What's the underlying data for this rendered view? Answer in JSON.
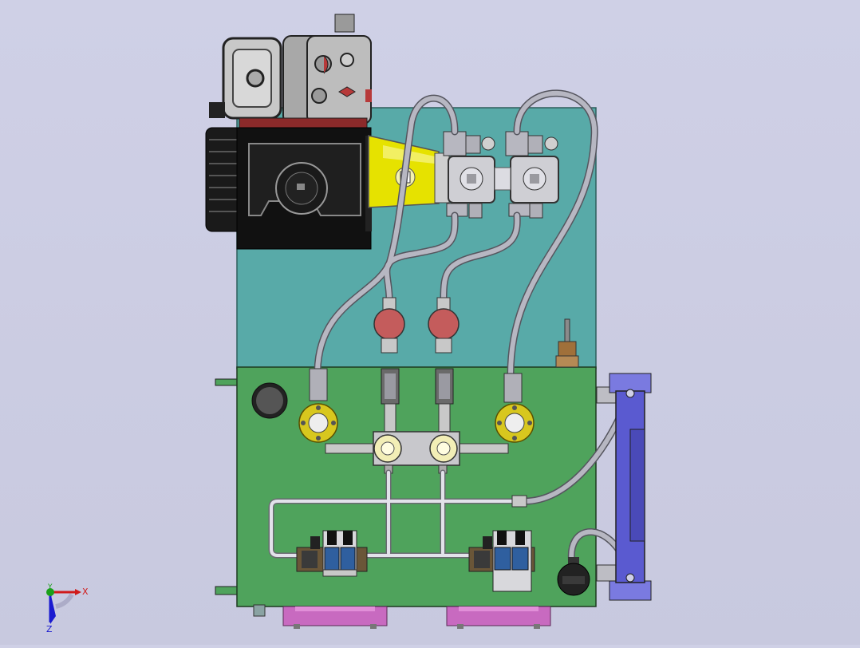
{
  "triad": {
    "x_label": "X",
    "y_label": "Y",
    "z_label": "Z"
  },
  "colors": {
    "background": "#cdcee4",
    "upper_panel": "#58aaa8",
    "tank": "#4fa35c",
    "motor": "#111111",
    "coupling": "#e6e200",
    "gauge_valve": "#c45c5c",
    "cooler": "#5a5ad0",
    "flange": "#d8c71e",
    "pipe": "#a9a9b3",
    "base_flange": "#c86ac0"
  },
  "components": [
    "engine",
    "electric-motor",
    "pump-coupling",
    "gear-pump",
    "hose",
    "pressure-gauge-valve",
    "filter",
    "manifold-block",
    "solenoid-valve-stack",
    "oil-cooler",
    "breather-cap",
    "level-indicator",
    "suction-flange",
    "drain-cap"
  ]
}
